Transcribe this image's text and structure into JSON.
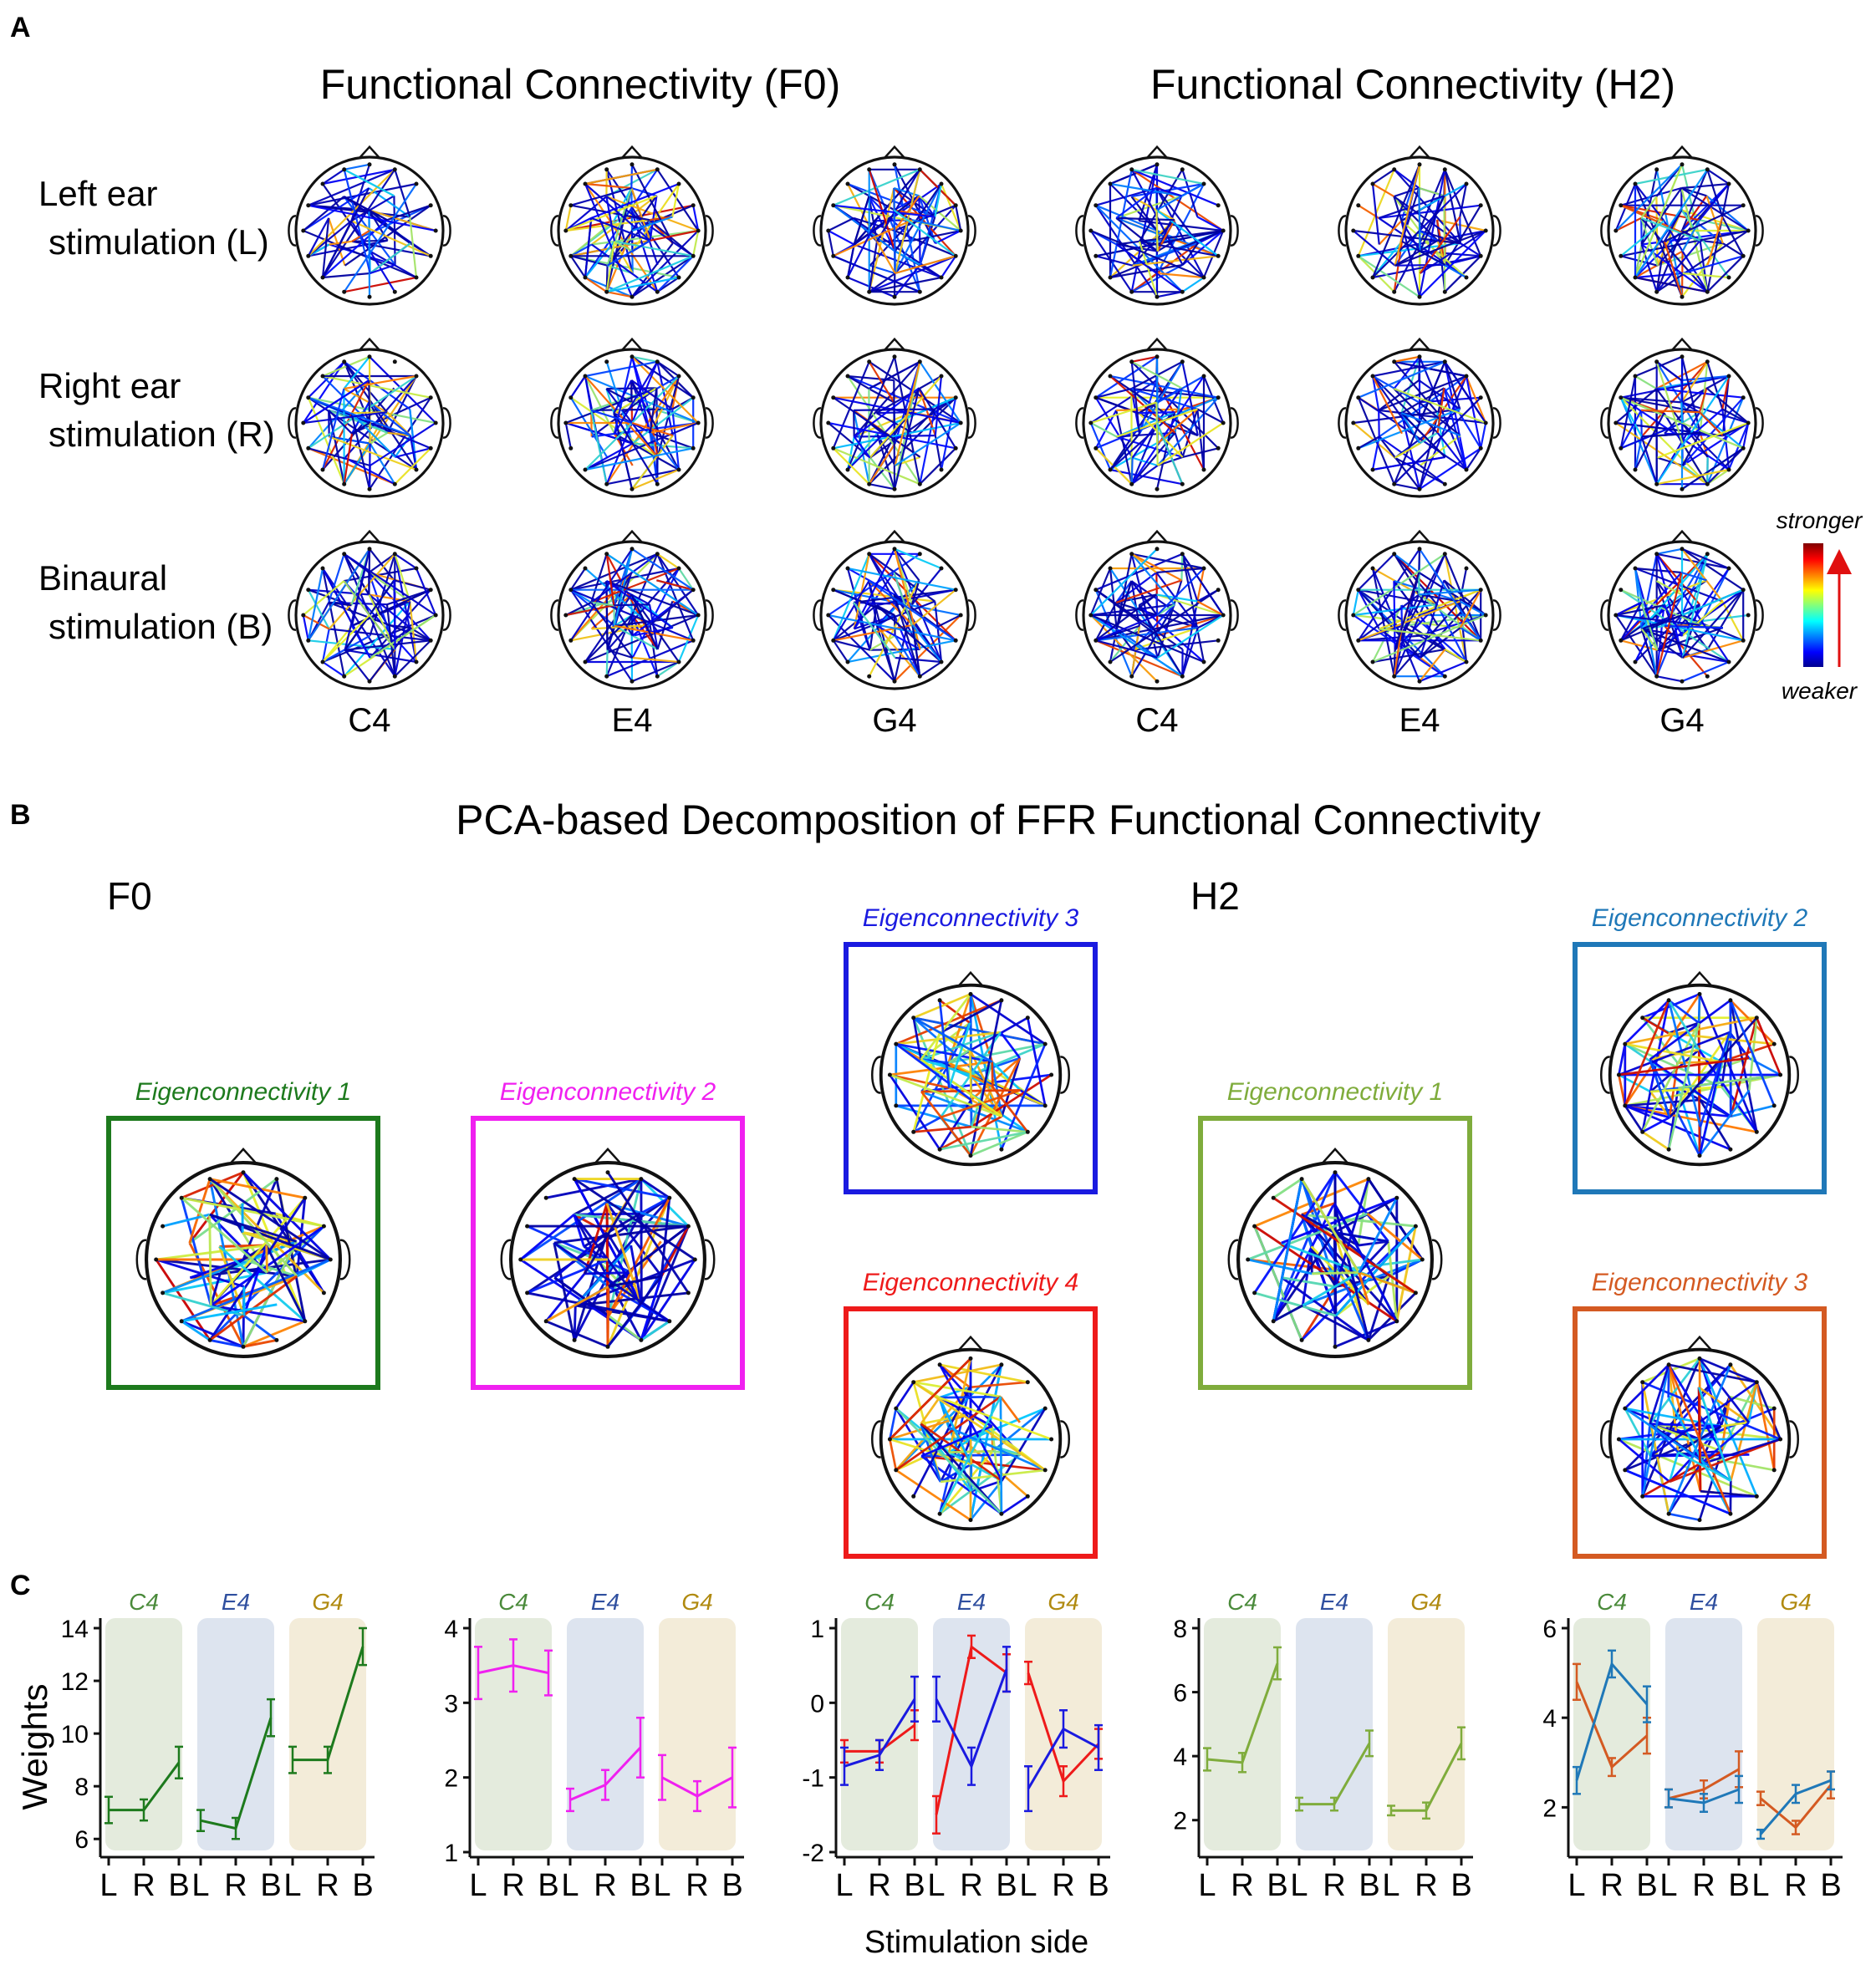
{
  "panel_a": {
    "letter": "A",
    "title_f0": "Functional Connectivity  (F0)",
    "title_h2": "Functional Connectivity  (H2)",
    "rows": [
      {
        "line1": "Left ear",
        "line2": "stimulation (L)"
      },
      {
        "line1": "Right ear",
        "line2": "stimulation (R)"
      },
      {
        "line1": "Binaural",
        "line2": "stimulation (B)"
      }
    ],
    "columns": [
      "C4",
      "E4",
      "G4",
      "C4",
      "E4",
      "G4"
    ],
    "colorbar": {
      "top": "stronger",
      "bottom": "weaker"
    }
  },
  "panel_b": {
    "letter": "B",
    "title": "PCA-based Decomposition of FFR Functional Connectivity",
    "f0_label": "F0",
    "h2_label": "H2",
    "f0_components": [
      {
        "label": "Eigenconnectivity 1",
        "color": "#1d7a1d"
      },
      {
        "label": "Eigenconnectivity 2",
        "color": "#f020f0"
      },
      {
        "label": "Eigenconnectivity 3",
        "color": "#1a1ae0"
      },
      {
        "label": "Eigenconnectivity 4",
        "color": "#ee1a1a"
      }
    ],
    "h2_components": [
      {
        "label": "Eigenconnectivity 1",
        "color": "#7fac3c"
      },
      {
        "label": "Eigenconnectivity 2",
        "color": "#1f78b8"
      },
      {
        "label": "Eigenconnectivity 3",
        "color": "#d45a22"
      }
    ]
  },
  "panel_c": {
    "letter": "C",
    "ylabel": "Weights",
    "xlabel": "Stimulation side",
    "conditions": [
      "C4",
      "E4",
      "G4"
    ],
    "condition_colors": [
      "#4a8a3a",
      "#2f4f9f",
      "#b08a10"
    ],
    "band_colors": [
      "#e4ebdd",
      "#dde4ef",
      "#f3ecd9"
    ],
    "sides": [
      "L",
      "R",
      "B"
    ]
  },
  "chart_data": [
    {
      "type": "line",
      "title": "",
      "xlabel": "Stimulation side",
      "ylabel": "Weights",
      "groups": [
        "C4",
        "E4",
        "G4"
      ],
      "x": [
        "L",
        "R",
        "B"
      ],
      "ylim": [
        5.5,
        14
      ],
      "yticks": [
        6,
        8,
        10,
        12,
        14
      ],
      "series": [
        {
          "color": "#1d7a1d",
          "values": [
            [
              7.1,
              7.1,
              8.9
            ],
            [
              6.7,
              6.4,
              10.6
            ],
            [
              9.0,
              9.0,
              13.3
            ]
          ],
          "err": [
            [
              0.5,
              0.4,
              0.6
            ],
            [
              0.4,
              0.4,
              0.7
            ],
            [
              0.5,
              0.5,
              0.7
            ]
          ]
        }
      ]
    },
    {
      "type": "line",
      "title": "",
      "xlabel": "Stimulation side",
      "ylabel": "",
      "groups": [
        "C4",
        "E4",
        "G4"
      ],
      "x": [
        "L",
        "R",
        "B"
      ],
      "ylim": [
        1,
        4
      ],
      "yticks": [
        1,
        2,
        3,
        4
      ],
      "series": [
        {
          "color": "#f020f0",
          "values": [
            [
              3.4,
              3.5,
              3.4
            ],
            [
              1.7,
              1.9,
              2.4
            ],
            [
              2.0,
              1.75,
              2.0
            ]
          ],
          "err": [
            [
              0.35,
              0.35,
              0.3
            ],
            [
              0.15,
              0.2,
              0.4
            ],
            [
              0.3,
              0.2,
              0.4
            ]
          ]
        }
      ]
    },
    {
      "type": "line",
      "title": "",
      "xlabel": "Stimulation side",
      "ylabel": "",
      "groups": [
        "C4",
        "E4",
        "G4"
      ],
      "x": [
        "L",
        "R",
        "B"
      ],
      "ylim": [
        -2,
        1
      ],
      "yticks": [
        -2,
        -1,
        0,
        1
      ],
      "series": [
        {
          "color": "#ee1a1a",
          "values": [
            [
              -0.65,
              -0.65,
              -0.3
            ],
            [
              -1.5,
              0.75,
              0.4
            ],
            [
              0.4,
              -1.05,
              -0.55
            ]
          ],
          "err": [
            [
              0.15,
              0.15,
              0.2
            ],
            [
              0.25,
              0.15,
              0.25
            ],
            [
              0.15,
              0.2,
              0.2
            ]
          ]
        },
        {
          "color": "#1a1ae0",
          "values": [
            [
              -0.85,
              -0.7,
              0.05
            ],
            [
              0.05,
              -0.85,
              0.45
            ],
            [
              -1.15,
              -0.35,
              -0.6
            ]
          ],
          "err": [
            [
              0.25,
              0.2,
              0.3
            ],
            [
              0.3,
              0.25,
              0.3
            ],
            [
              0.3,
              0.25,
              0.3
            ]
          ]
        }
      ]
    },
    {
      "type": "line",
      "title": "",
      "xlabel": "Stimulation side",
      "ylabel": "",
      "groups": [
        "C4",
        "E4",
        "G4"
      ],
      "x": [
        "L",
        "R",
        "B"
      ],
      "ylim": [
        1,
        8
      ],
      "yticks": [
        2,
        4,
        6,
        8
      ],
      "series": [
        {
          "color": "#7fac3c",
          "values": [
            [
              3.9,
              3.8,
              6.9
            ],
            [
              2.5,
              2.5,
              4.4
            ],
            [
              2.3,
              2.3,
              4.4
            ]
          ],
          "err": [
            [
              0.35,
              0.3,
              0.5
            ],
            [
              0.2,
              0.2,
              0.4
            ],
            [
              0.15,
              0.25,
              0.5
            ]
          ]
        }
      ]
    },
    {
      "type": "line",
      "title": "",
      "xlabel": "Stimulation side",
      "ylabel": "",
      "groups": [
        "C4",
        "E4",
        "G4"
      ],
      "x": [
        "L",
        "R",
        "B"
      ],
      "ylim": [
        1,
        6
      ],
      "yticks": [
        2,
        4,
        6
      ],
      "series": [
        {
          "color": "#d45a22",
          "values": [
            [
              4.8,
              2.9,
              3.6
            ],
            [
              2.2,
              2.4,
              2.85
            ],
            [
              2.2,
              1.55,
              2.5
            ]
          ],
          "err": [
            [
              0.4,
              0.2,
              0.4
            ],
            [
              0.2,
              0.2,
              0.4
            ],
            [
              0.15,
              0.15,
              0.3
            ]
          ]
        },
        {
          "color": "#1f78b8",
          "values": [
            [
              2.6,
              5.2,
              4.3
            ],
            [
              2.2,
              2.1,
              2.4
            ],
            [
              1.4,
              2.3,
              2.6
            ]
          ],
          "err": [
            [
              0.3,
              0.3,
              0.4
            ],
            [
              0.2,
              0.2,
              0.3
            ],
            [
              0.1,
              0.2,
              0.2
            ]
          ]
        }
      ]
    }
  ]
}
